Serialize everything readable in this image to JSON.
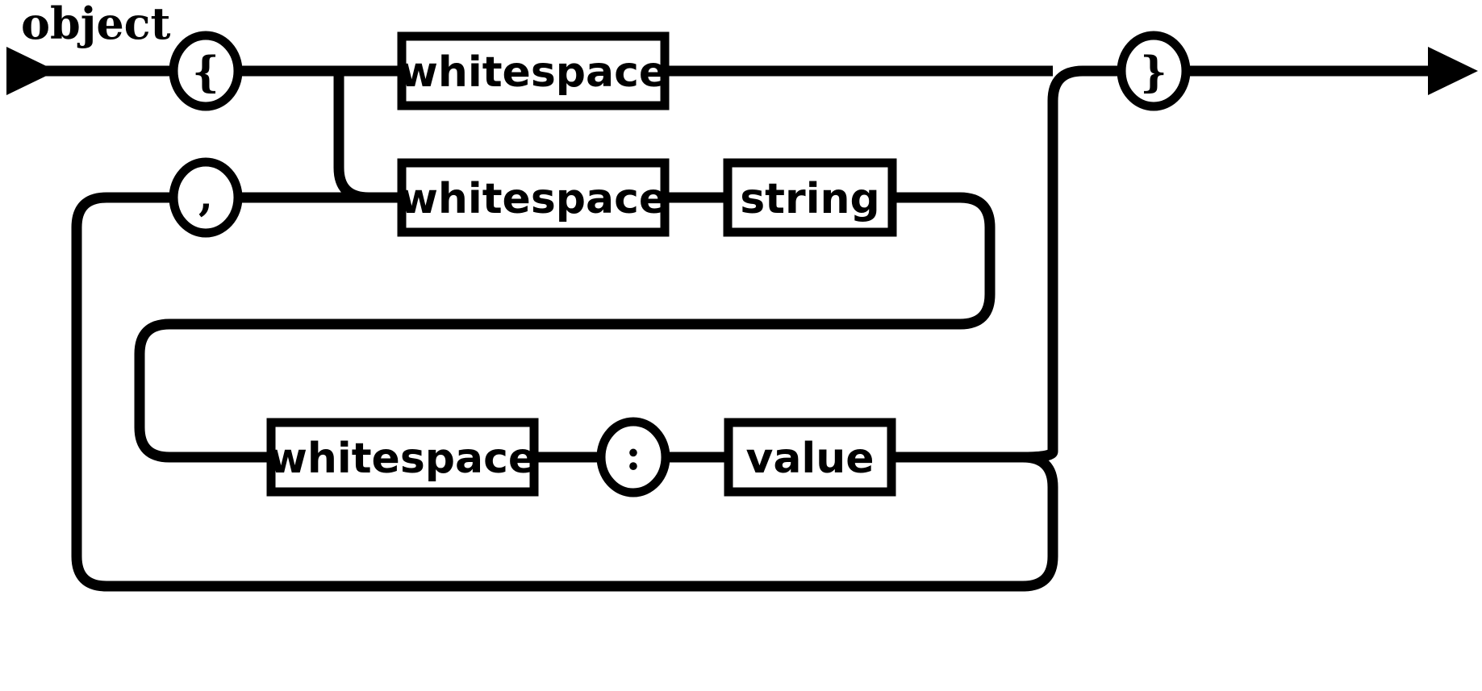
{
  "diagram": {
    "title": "object",
    "type": "railroad-syntax-diagram",
    "grammar": "JSON",
    "colors": {
      "background": "#ffffff",
      "stroke": "#000000",
      "fill": "#ffffff"
    },
    "entry_arrow": "start-arrowhead",
    "exit_arrow": "end-arrowhead",
    "nodes": [
      {
        "id": "open-brace",
        "shape": "circle",
        "label": "{",
        "kind": "terminal"
      },
      {
        "id": "whitespace-1",
        "shape": "box",
        "label": "whitespace",
        "kind": "nonterminal"
      },
      {
        "id": "comma",
        "shape": "circle",
        "label": ",",
        "kind": "terminal"
      },
      {
        "id": "whitespace-2",
        "shape": "box",
        "label": "whitespace",
        "kind": "nonterminal"
      },
      {
        "id": "string",
        "shape": "box",
        "label": "string",
        "kind": "nonterminal"
      },
      {
        "id": "whitespace-3",
        "shape": "box",
        "label": "whitespace",
        "kind": "nonterminal"
      },
      {
        "id": "colon",
        "shape": "circle",
        "label": ":",
        "kind": "terminal"
      },
      {
        "id": "value",
        "shape": "box",
        "label": "value",
        "kind": "nonterminal"
      },
      {
        "id": "close-brace",
        "shape": "circle",
        "label": "}",
        "kind": "terminal"
      }
    ]
  }
}
